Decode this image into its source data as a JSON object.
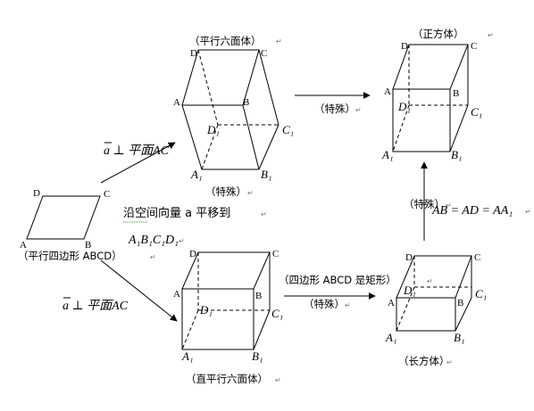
{
  "title_parallel_hexahedron": "（平行六面体）",
  "title_cube": "（正方体）",
  "title_right_parallel_hexahedron": "（直平行六面体）",
  "title_cuboid": "（长方体）",
  "caption_parallelogram": "（平行四边形 ABCD）",
  "label_special_1": "（特殊）",
  "label_special_2": "（特殊）",
  "label_special_3": "（特殊）",
  "label_special_4": "（特殊）",
  "cond_a_perp_upper": "a ⊥ 平面AC",
  "cond_a_perp_lower": "a ⊥ 平面AC",
  "cond_translate": "沿空间向量 a 平移到",
  "cond_translate_target": "A₁B₁C₁D₁",
  "cond_rectangle": "（四边形 ABCD 是矩形）",
  "cond_equal": "AB = AD = AA₁",
  "vertices": {
    "A": "A",
    "B": "B",
    "C": "C",
    "D": "D",
    "A1": "A₁",
    "B1": "B₁",
    "C1": "C₁",
    "D1": "D₁"
  },
  "paragraph_mark": "↵"
}
